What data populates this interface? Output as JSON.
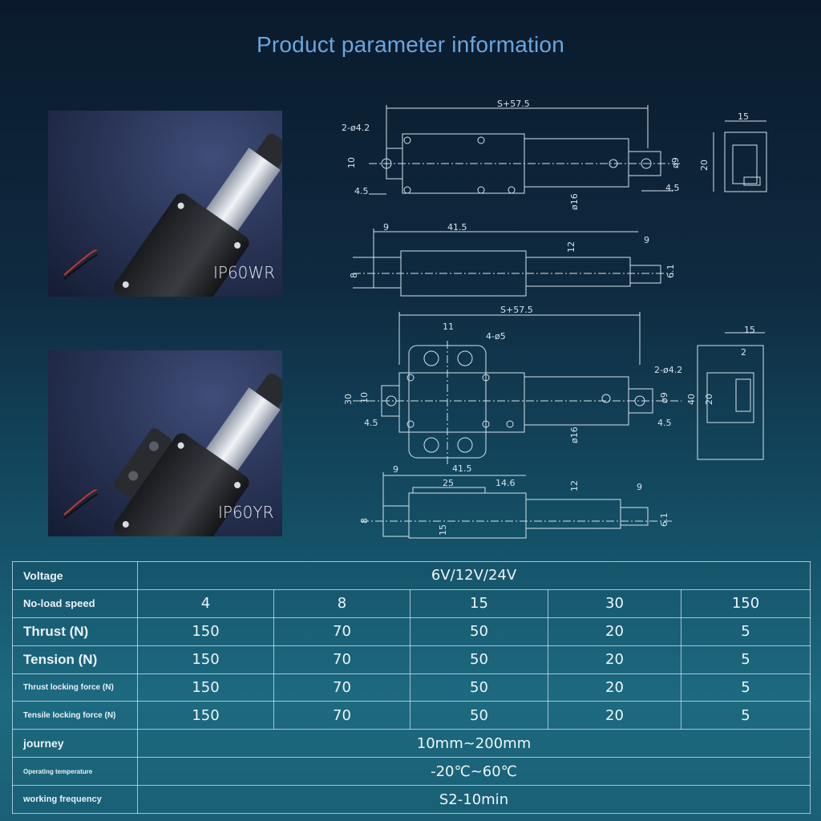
{
  "title": "Product parameter information",
  "products": [
    {
      "model": "IP60WR"
    },
    {
      "model": "IP60YR"
    }
  ],
  "drawing_labels": {
    "d1": {
      "length": "S+57.5",
      "hole": "2-ø4.2",
      "h10": "10",
      "e45a": "4.5",
      "rod16": "ø16",
      "d9": "ø9",
      "e45b": "4.5",
      "w15": "15",
      "h20": "20"
    },
    "d2": {
      "a9": "9",
      "b415": "41.5",
      "h12": "12",
      "c9": "9",
      "h8": "8",
      "h61": "6.1"
    },
    "d3": {
      "length": "S+57.5",
      "w11": "11",
      "holes4": "4-ø5",
      "hole2": "2-ø4.2",
      "h30": "30",
      "h10": "10",
      "e45a": "4.5",
      "rod16": "ø16",
      "d9": "ø9",
      "e45b": "4.5",
      "w15": "15",
      "w2": "2",
      "h40": "40",
      "h20": "20"
    },
    "d4": {
      "a9": "9",
      "b415": "41.5",
      "w25": "25",
      "w146": "14.6",
      "h12": "12",
      "c9": "9",
      "h8": "8",
      "h15": "15",
      "h61": "6.1"
    }
  },
  "table": {
    "voltage": {
      "label": "Voltage",
      "value": "6V/12V/24V"
    },
    "speed": {
      "label": "No-load speed",
      "values": [
        "4",
        "8",
        "15",
        "30",
        "150"
      ]
    },
    "thrust": {
      "label": "Thrust (N)",
      "values": [
        "150",
        "70",
        "50",
        "20",
        "5"
      ]
    },
    "tension": {
      "label": "Tension (N)",
      "values": [
        "150",
        "70",
        "50",
        "20",
        "5"
      ]
    },
    "thrust_lock": {
      "label": "Thrust locking force (N)",
      "values": [
        "150",
        "70",
        "50",
        "20",
        "5"
      ]
    },
    "tensile_lock": {
      "label": "Tensile locking force (N)",
      "values": [
        "150",
        "70",
        "50",
        "20",
        "5"
      ]
    },
    "journey": {
      "label": "journey",
      "value": "10mm~200mm"
    },
    "temperature": {
      "label": "Operating temperature",
      "value": "-20℃~60℃"
    },
    "frequency": {
      "label": "working frequency",
      "value": "S2-10min"
    }
  }
}
